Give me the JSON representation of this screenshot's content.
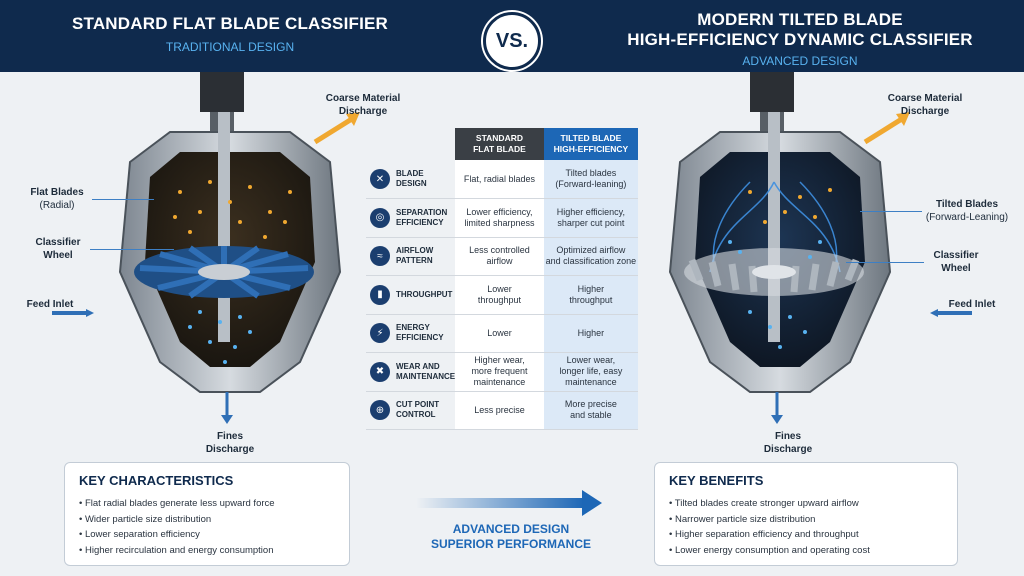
{
  "header": {
    "left_title": "STANDARD FLAT BLADE CLASSIFIER",
    "left_subtitle": "TRADITIONAL DESIGN",
    "vs": "VS.",
    "right_title_line1": "MODERN TILTED BLADE",
    "right_title_line2": "HIGH-EFFICIENCY DYNAMIC CLASSIFIER",
    "right_subtitle": "ADVANCED DESIGN"
  },
  "left_machine": {
    "coarse_line1": "Coarse Material",
    "coarse_line2": "Discharge",
    "flat_blades_line1": "Flat Blades",
    "flat_blades_line2": "(Radial)",
    "wheel_line1": "Classifier",
    "wheel_line2": "Wheel",
    "feed": "Feed Inlet",
    "fines_line1": "Fines",
    "fines_line2": "Discharge"
  },
  "right_machine": {
    "coarse_line1": "Coarse Material",
    "coarse_line2": "Discharge",
    "tilted_line1": "Tilted Blades",
    "tilted_line2": "(Forward-Leaning)",
    "wheel_line1": "Classifier",
    "wheel_line2": "Wheel",
    "feed": "Feed Inlet",
    "fines_line1": "Fines",
    "fines_line2": "Discharge"
  },
  "table": {
    "col_std_line1": "STANDARD",
    "col_std_line2": "FLAT BLADE",
    "col_tb_line1": "TILTED BLADE",
    "col_tb_line2": "HIGH-EFFICIENCY",
    "rows": [
      {
        "icon": "blade-icon",
        "h1": "BLADE",
        "h2": "DESIGN",
        "s1": "Flat, radial blades",
        "s2": "",
        "t1": "Tilted blades",
        "t2": "(Forward-leaning)"
      },
      {
        "icon": "target-icon",
        "h1": "SEPARATION",
        "h2": "EFFICIENCY",
        "s1": "Lower efficiency,",
        "s2": "limited sharpness",
        "t1": "Higher efficiency,",
        "t2": "sharper cut point"
      },
      {
        "icon": "airflow-icon",
        "h1": "AIRFLOW",
        "h2": "PATTERN",
        "s1": "Less controlled",
        "s2": "airflow",
        "t1": "Optimized airflow",
        "t2": "and classification zone"
      },
      {
        "icon": "bar-chart-icon",
        "h1": "THROUGHPUT",
        "h2": "",
        "s1": "Lower",
        "s2": "throughput",
        "t1": "Higher",
        "t2": "throughput"
      },
      {
        "icon": "lightning-icon",
        "h1": "ENERGY",
        "h2": "EFFICIENCY",
        "s1": "Lower",
        "s2": "",
        "t1": "Higher",
        "t2": ""
      },
      {
        "icon": "wrench-icon",
        "h1": "WEAR AND",
        "h2": "MAINTENANCE",
        "s1": "Higher wear,",
        "s2": "more frequent maintenance",
        "t1": "Lower wear,",
        "t2": "longer life, easy maintenance"
      },
      {
        "icon": "crosshair-icon",
        "h1": "CUT POINT",
        "h2": "CONTROL",
        "s1": "Less precise",
        "s2": "",
        "t1": "More precise",
        "t2": "and stable"
      }
    ]
  },
  "key_characteristics": {
    "title": "KEY CHARACTERISTICS",
    "items": [
      "Flat radial blades generate less upward force",
      "Wider particle size distribution",
      "Lower separation efficiency",
      "Higher recirculation and energy consumption"
    ]
  },
  "key_benefits": {
    "title": "KEY BENEFITS",
    "items": [
      "Tilted blades create stronger upward airflow",
      "Narrower particle size distribution",
      "Higher separation efficiency and throughput",
      "Lower energy consumption and operating cost"
    ]
  },
  "middle": {
    "line1": "ADVANCED DESIGN",
    "line2": "SUPERIOR PERFORMANCE"
  },
  "colors": {
    "navy": "#0f2a4d",
    "accent_blue": "#1d67b6",
    "light_blue": "#58b2f0",
    "particle_orange": "#f0a830"
  }
}
